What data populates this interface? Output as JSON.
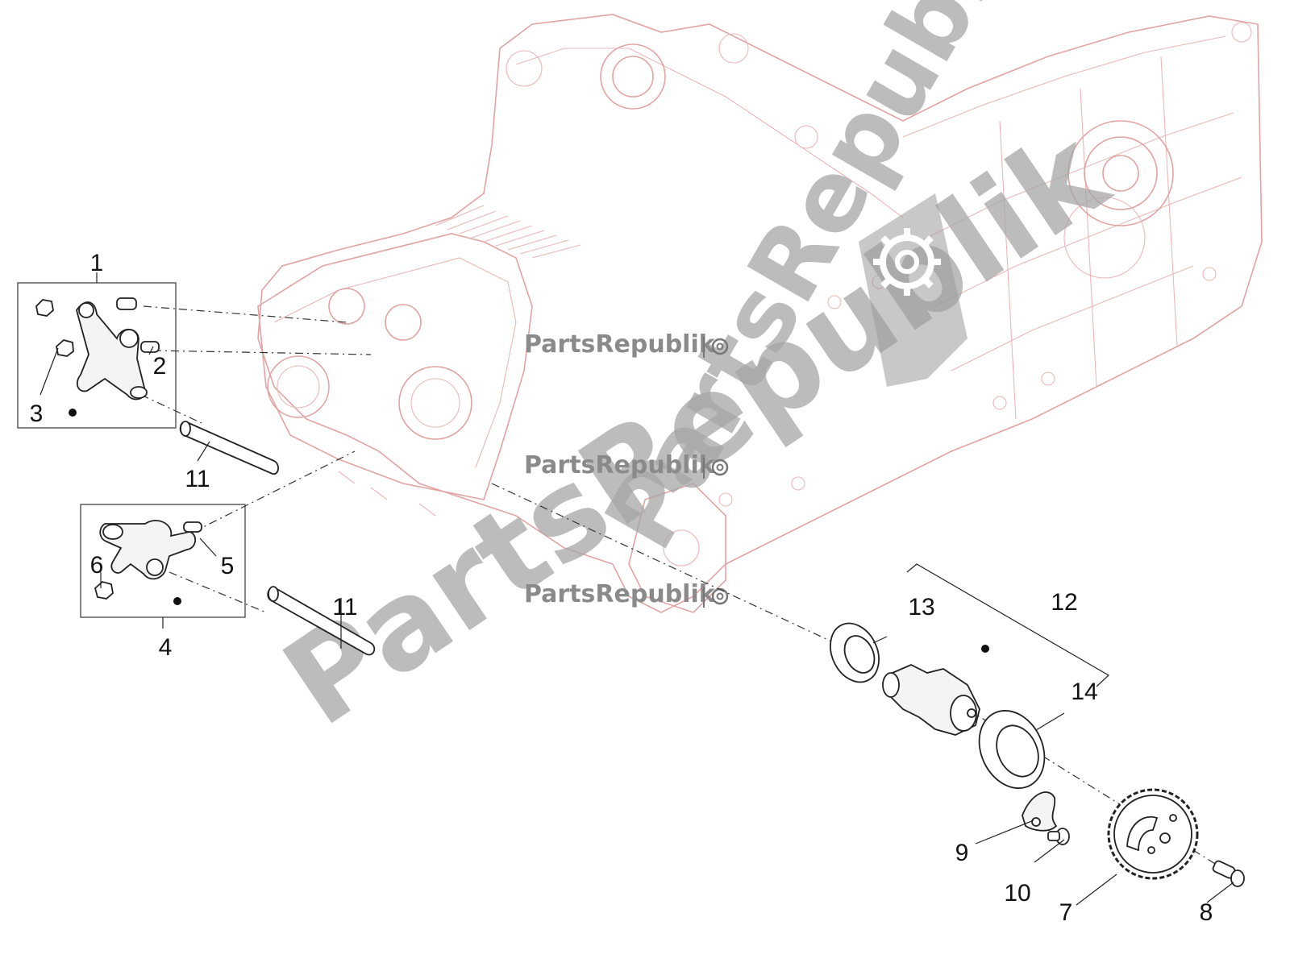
{
  "watermark": {
    "brand": "PartsRepublik",
    "large_text": "PartsRepublik"
  },
  "callouts": [
    "1",
    "2",
    "3",
    "4",
    "5",
    "6",
    "7",
    "8",
    "9",
    "10",
    "11",
    "11",
    "12",
    "13",
    "14"
  ],
  "icons": [
    "gear-icon"
  ],
  "colors": {
    "ghost_outline": "#e2a3a3",
    "part_outline": "#222222",
    "watermark": "#a6a6a6"
  }
}
